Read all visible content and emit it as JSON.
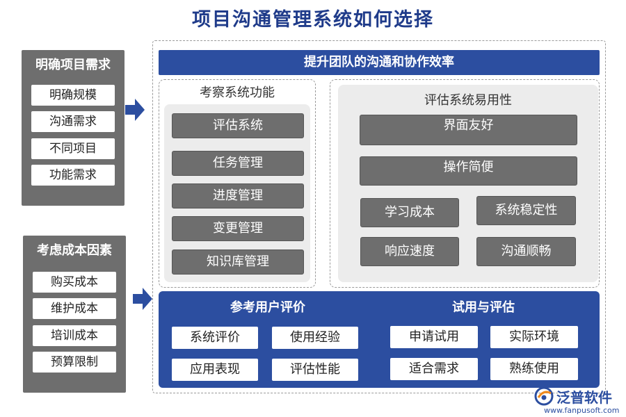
{
  "title": "项目沟通管理系统如何选择",
  "left_top": {
    "heading": "明确项目需求",
    "items": [
      "明确规模",
      "沟通需求",
      "不同项目",
      "功能需求"
    ]
  },
  "left_bottom": {
    "heading": "考虑成本因素",
    "items": [
      "购买成本",
      "维护成本",
      "培训成本",
      "预算限制"
    ]
  },
  "banner": "提升团队的沟通和协作效率",
  "inspect": {
    "heading": "考察系统功能",
    "items": [
      "评估系统",
      "任务管理",
      "进度管理",
      "变更管理",
      "知识库管理"
    ]
  },
  "usability": {
    "heading": "评估系统易用性",
    "items": [
      "界面友好",
      "操作简便",
      "学习成本",
      "系统稳定性",
      "响应速度",
      "沟通顺畅"
    ]
  },
  "reviews": {
    "heading": "参考用户评价",
    "items": [
      "系统评价",
      "使用经验",
      "应用表现",
      "评估性能"
    ]
  },
  "trial": {
    "heading": "试用与评估",
    "items": [
      "申请试用",
      "实际环境",
      "适合需求",
      "熟练使用"
    ]
  },
  "logo": {
    "name": "泛普软件",
    "url": "www.fanpusoft.com"
  },
  "colors": {
    "primary_blue": "#2c4ea0",
    "grey_panel": "#6e6e6e",
    "title_blue": "#1f3b8a"
  }
}
